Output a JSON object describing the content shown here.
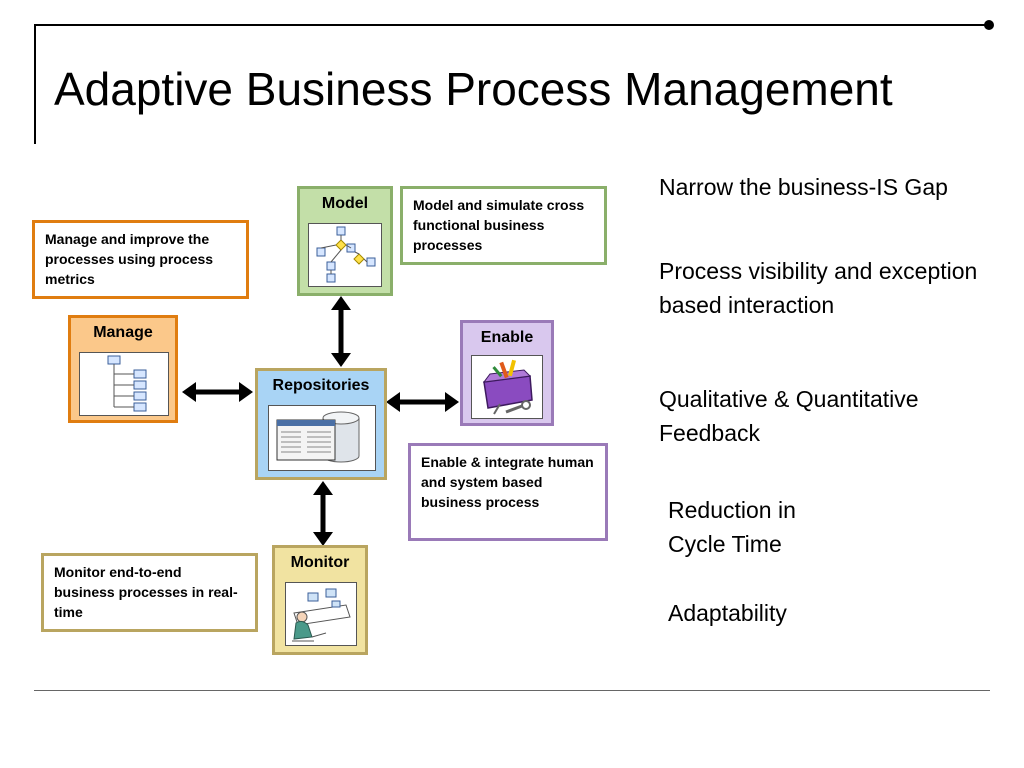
{
  "slide": {
    "title": "Adaptive Business Process Management"
  },
  "nodes": {
    "model": "Model",
    "manage": "Manage",
    "enable": "Enable",
    "repositories": "Repositories",
    "monitor": "Monitor"
  },
  "notes": {
    "model": "Model and simulate cross functional business processes",
    "manage": "Manage and improve the processes using process metrics",
    "enable": "Enable & integrate human and system based business process",
    "monitor": "Monitor end-to-end business processes in real-time"
  },
  "bullets": [
    "Narrow the business-IS Gap",
    "Process visibility and exception based interaction",
    "Qualitative & Quantitative Feedback",
    "Reduction in Cycle Time",
    "Adaptability"
  ],
  "colors": {
    "model": "#8aaf6a",
    "model_fill": "#c3dfa8",
    "manage": "#e07d10",
    "manage_fill": "#fbc88a",
    "enable": "#9a7ab8",
    "enable_fill": "#d9c8ee",
    "repositories": "#b9a560",
    "repositories_fill": "#a9d4f5",
    "monitor": "#b9a560",
    "monitor_fill": "#f1e3a1"
  }
}
